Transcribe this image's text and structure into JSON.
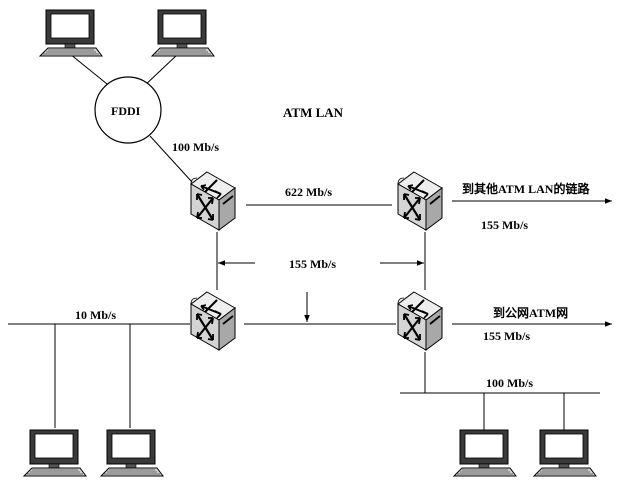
{
  "title": "ATM LAN",
  "fddi": {
    "label": "FDDI"
  },
  "links": {
    "fddi_link": "100 Mb/s",
    "trunk_top": "622 Mb/s",
    "trunk_vertical": "155 Mb/s",
    "other_lan_link": "155 Mb/s",
    "public_link": "155 Mb/s",
    "ethernet_left": "10 Mb/s",
    "ethernet_right": "100 Mb/s"
  },
  "destinations": {
    "other_atm_lan": "到其他ATM LAN的链路",
    "public_atm": "到公网ATM网"
  },
  "icons": {
    "switch": "atm-switch-icon",
    "computer": "computer-icon",
    "ring": "fddi-ring-icon"
  },
  "colors": {
    "line": "#000000",
    "switch_face": "#d9d9d9",
    "switch_side": "#9a9a9a"
  }
}
